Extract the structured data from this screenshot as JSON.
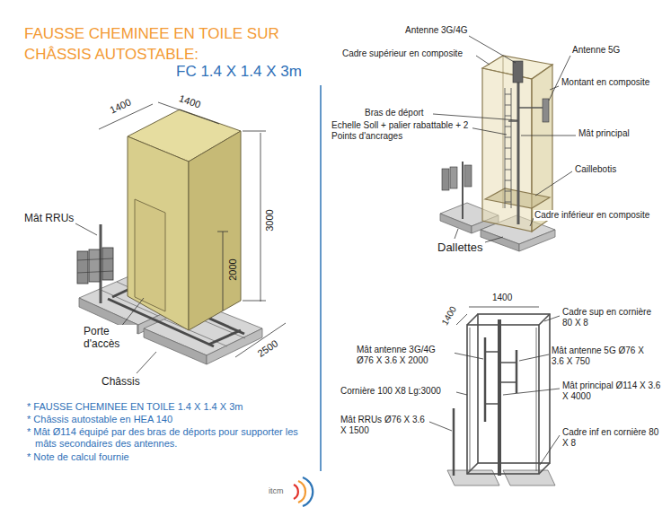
{
  "diagram": {
    "title": "FAUSSE CHEMINEE EN TOILE SUR CHÂSSIS AUTOSTABLE:",
    "labels": [
      "FC 1.4 X 1.4 X 3m",
      "1400",
      "1400",
      "3000",
      "2000",
      "2500",
      "Mât RRUs",
      "Porte d'accès",
      "Châssis",
      "* FAUSSE CHEMINEE EN TOILE 1.4 X 1.4 X 3m",
      "* Châssis autostable en HEA 140",
      "* Mât Ø114 équipé par des bras de déports pour supporter les mâts secondaires des antennes.",
      "* Note de calcul fournie",
      "Antenne 3G/4G",
      "Antenne 5G",
      "Cadre supérieur en composite",
      "Montant en composite",
      "Bras de déport",
      "Echelle Soll + palier rabattable + 2 Points d'ancrages",
      "Mât principal",
      "Caillebotis",
      "Cadre inférieur en composite",
      "Dallettes",
      "1400",
      "1400",
      "Cadre sup en cornière 80 X 8",
      "Mât antenne 3G/4G Ø76 X 3.6 X 2000",
      "Mât antenne 5G Ø76 X 3.6 X 750",
      "Mât principal Ø114 X 3.6 X 4000",
      "Cornière 100 X8 Lg:3000",
      "Mât RRUs Ø76 X 3.6 X 1500",
      "Cadre inf en cornière 80 X 8",
      "itcm"
    ]
  }
}
